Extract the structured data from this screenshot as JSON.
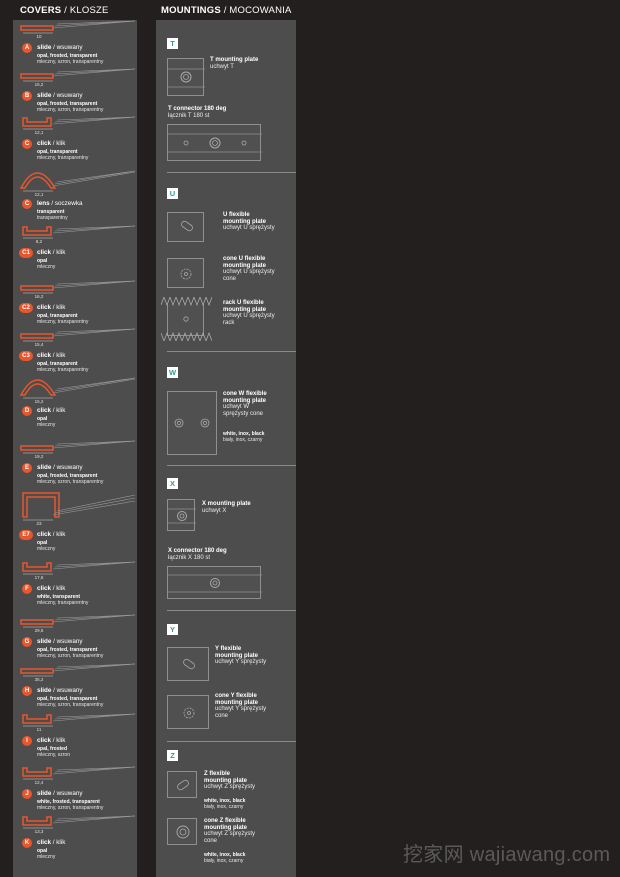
{
  "headers": {
    "covers_en": "COVERS",
    "covers_pl": "KLOSZE",
    "mount_en": "MOUNTINGS",
    "mount_pl": "MOCOWANIA",
    "separator": "/"
  },
  "accent_color": "#e8562d",
  "badge_color": "#2f9c94",
  "covers": [
    {
      "letter": "A",
      "dim": "10",
      "type_en": "slide",
      "type_pl": "wsuwany",
      "desc_en": "opal, frosted, transparent",
      "desc_pl": "mleczny, szron, transparentny"
    },
    {
      "letter": "B",
      "dim": "15,2",
      "type_en": "slide",
      "type_pl": "wsuwany",
      "desc_en": "opal, frosted, transparent",
      "desc_pl": "mleczny, szron, transparentny"
    },
    {
      "letter": "C",
      "dim": "12,1",
      "type_en": "click",
      "type_pl": "klik",
      "desc_en": "opal, transparent",
      "desc_pl": "mleczny, transparentny"
    },
    {
      "letter": "C",
      "dim": "12,1",
      "type_en": "lens",
      "type_pl": "soczewka",
      "desc_en": "transparent",
      "desc_pl": "transparentny"
    },
    {
      "letter": "C1",
      "dim": "8,2",
      "type_en": "click",
      "type_pl": "klik",
      "desc_en": "opal",
      "desc_pl": "mleczny"
    },
    {
      "letter": "C2",
      "dim": "16,2",
      "type_en": "click",
      "type_pl": "klik",
      "desc_en": "opal, transparent",
      "desc_pl": "mleczny, transparentny"
    },
    {
      "letter": "C3",
      "dim": "15,4",
      "type_en": "click",
      "type_pl": "klik",
      "desc_en": "opal, transparent",
      "desc_pl": "mleczny, transparentny"
    },
    {
      "letter": "D",
      "dim": "15,2",
      "type_en": "click",
      "type_pl": "klik",
      "desc_en": "opal",
      "desc_pl": "mleczny"
    },
    {
      "letter": "E",
      "dim": "19,2",
      "type_en": "slide",
      "type_pl": "wsuwany",
      "desc_en": "opal, frosted, transparent",
      "desc_pl": "mleczny, szron, transparentny"
    },
    {
      "letter": "E7",
      "dim": "23",
      "type_en": "click",
      "type_pl": "klik",
      "desc_en": "opal",
      "desc_pl": "mleczny"
    },
    {
      "letter": "F",
      "dim": "17,6",
      "type_en": "click",
      "type_pl": "klik",
      "desc_en": "white, transparent",
      "desc_pl": "mleczny, transparentny"
    },
    {
      "letter": "G",
      "dim": "29,5",
      "type_en": "slide",
      "type_pl": "wsuwany",
      "desc_en": "opal, frosted, transparent",
      "desc_pl": "mleczny, szron, transparentny"
    },
    {
      "letter": "H",
      "dim": "35,2",
      "type_en": "slide",
      "type_pl": "wsuwany",
      "desc_en": "opal, frosted, transparent",
      "desc_pl": "mleczny, szron, transparentny"
    },
    {
      "letter": "I",
      "dim": "11",
      "type_en": "click",
      "type_pl": "klik",
      "desc_en": "opal, frosted",
      "desc_pl": "mleczny, szron"
    },
    {
      "letter": "J",
      "dim": "12,4",
      "type_en": "slide",
      "type_pl": "wsuwany",
      "desc_en": "white, frosted, transparent",
      "desc_pl": "mleczny, szron, transparentny"
    },
    {
      "letter": "K",
      "dim": "13,3",
      "type_en": "click",
      "type_pl": "klik",
      "desc_en": "opal",
      "desc_pl": "mleczny"
    }
  ],
  "mountings": {
    "T": {
      "badge": "T",
      "items": [
        {
          "en": "T mounting plate",
          "pl": "uchwyt T"
        },
        {
          "en": "T connector 180 deg",
          "pl": "łącznik T 180 st"
        }
      ]
    },
    "U": {
      "badge": "U",
      "items": [
        {
          "en_l1": "U flexible",
          "en_l2": "mounting plate",
          "pl": "uchwyt U sprężysty"
        },
        {
          "en_l1": "cone U flexible",
          "en_l2": "mounting plate",
          "pl": "uchwyt U sprężysty",
          "pl2": "cone"
        },
        {
          "en_l1": "rack U flexible",
          "en_l2": "mounting plate",
          "pl": "uchwyt U sprężysty",
          "pl2": "rack"
        }
      ]
    },
    "W": {
      "badge": "W",
      "items": [
        {
          "en_l1": "cone W flexible",
          "en_l2": "mounting plate",
          "pl": "uchwyt W",
          "pl2": "sprężysty cone",
          "colors_en": "white, inox, black",
          "colors_pl": "biały, inox, czarny"
        }
      ]
    },
    "X": {
      "badge": "X",
      "items": [
        {
          "en": "X mounting plate",
          "pl": "uchwyt X"
        },
        {
          "en": "X connector 180 deg",
          "pl": "łącznik X 180 st"
        }
      ]
    },
    "Y": {
      "badge": "Y",
      "items": [
        {
          "en_l1": "Y flexible",
          "en_l2": "mounting plate",
          "pl": "uchwyt Y sprężysty"
        },
        {
          "en_l1": "cone Y flexible",
          "en_l2": "mounting plate",
          "pl": "uchwyt Y sprężysty",
          "pl2": "cone"
        }
      ]
    },
    "Z": {
      "badge": "Z",
      "items": [
        {
          "en_l1": "Z flexible",
          "en_l2": "mounting plate",
          "pl": "uchwyt Z sprężysty",
          "colors_en": "white, inox, black",
          "colors_pl": "biały, inox, czarny"
        },
        {
          "en_l1": "cone Z flexible",
          "en_l2": "mounting plate",
          "pl": "uchwyt Z sprężysty",
          "pl2": "cone",
          "colors_en": "white, inox, black",
          "colors_pl": "biały, inox, czarny"
        }
      ]
    }
  },
  "watermark": "挖家网 wajiawang.com"
}
